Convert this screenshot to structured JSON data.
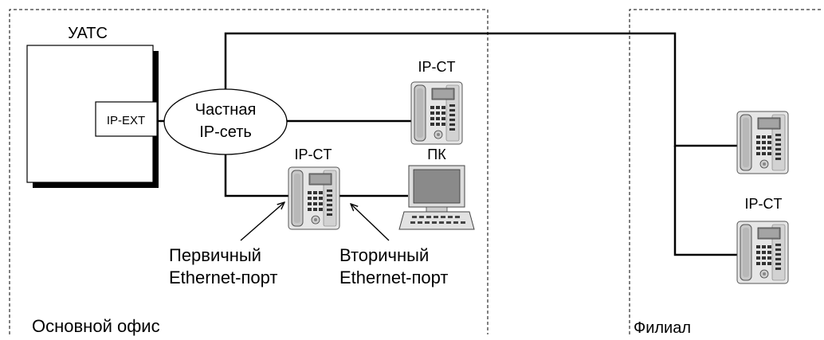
{
  "main_office": {
    "label": "Основной офис",
    "pbx": {
      "label": "УАТС",
      "card_label": "IP-EXT"
    },
    "network_label_line1": "Частная",
    "network_label_line2": "IP-сеть",
    "ip_phone_top_label": "IP-CT",
    "ip_phone_mid_label": "IP-CT",
    "pc_label": "ПК",
    "primary_port_line1": "Первичный",
    "primary_port_line2": "Ethernet-порт",
    "secondary_port_line1": "Вторичный",
    "secondary_port_line2": "Ethernet-порт"
  },
  "branch": {
    "label": "Филиал",
    "ip_phone_label": "IP-CT"
  },
  "icons": {
    "phone": "ip-phone-icon",
    "pc": "pc-icon"
  },
  "colors": {
    "phone_body": "#e6e6e6",
    "phone_shade": "#c8c8c8",
    "screen": "#8a8a8a"
  }
}
